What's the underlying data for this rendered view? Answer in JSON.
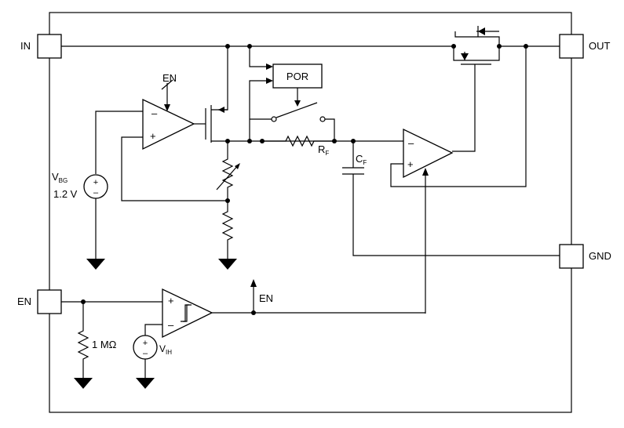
{
  "pins": {
    "in": "IN",
    "out": "OUT",
    "en": "EN",
    "gnd": "GND"
  },
  "blocks": {
    "por": "POR"
  },
  "labels": {
    "en_top": "EN",
    "en_mid": "EN",
    "vbg_main": "V",
    "vbg_sub": "BG",
    "vbg_value": "1.2 V",
    "rf_main": "R",
    "rf_sub": "F",
    "cf_main": "C",
    "cf_sub": "F",
    "res_1m": "1 MΩ",
    "vih_main": "V",
    "vih_sub": "IH",
    "minus": "–",
    "plus": "+"
  }
}
